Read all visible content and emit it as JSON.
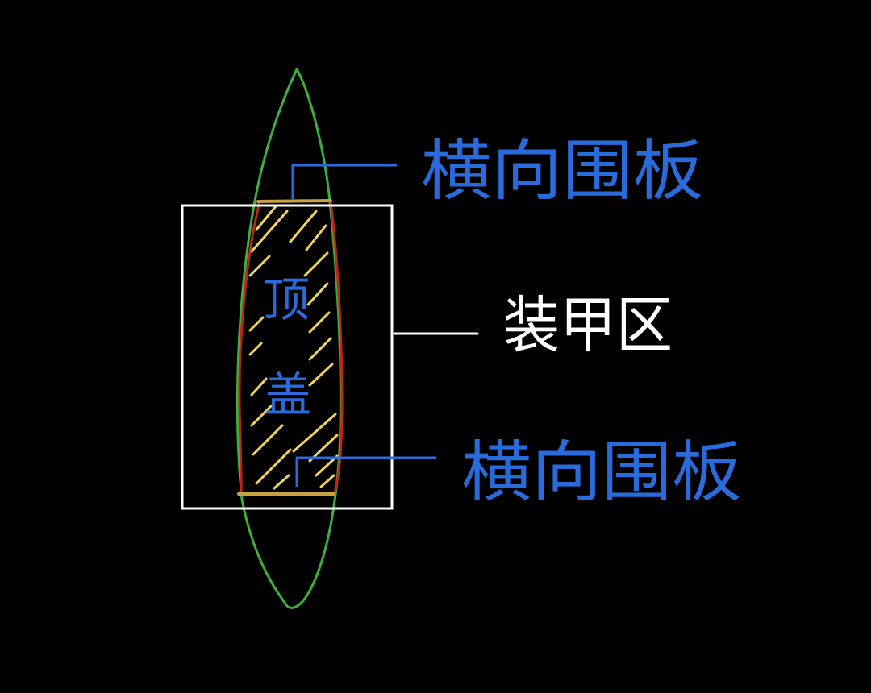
{
  "colors": {
    "background": "#000000",
    "hull_outline": "#3fae3c",
    "deck_outline": "#c0241d",
    "hatch": "#f2d35c",
    "coaming_line": "#c8a040",
    "box_outline": "#ffffff",
    "leader_blue": "#2a6bdc",
    "leader_white": "#ffffff",
    "label_blue": "#2a6bdc",
    "label_white": "#ffffff"
  },
  "labels": {
    "top_coaming": "横向围板",
    "deck_zone": "装甲区",
    "bottom_coaming": "横向围板",
    "hatch_cover_1": "顶",
    "hatch_cover_2": "盖"
  }
}
